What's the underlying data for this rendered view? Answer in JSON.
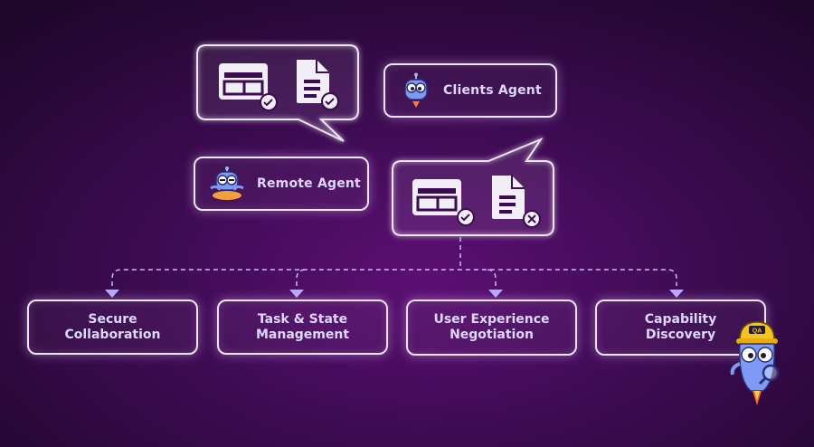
{
  "agents": {
    "clients_agent": "Clients Agent",
    "remote_agent": "Remote Agent"
  },
  "capabilities": [
    "Secure Collaboration",
    "Task & State Management",
    "User Experience Negotiation",
    "Capability Discovery"
  ],
  "mascot_badge": "QA",
  "colors": {
    "background": "#3d0b52",
    "outline": "#ece6f4",
    "text": "#ddd8ff",
    "arrow": "#b9a8ff"
  }
}
